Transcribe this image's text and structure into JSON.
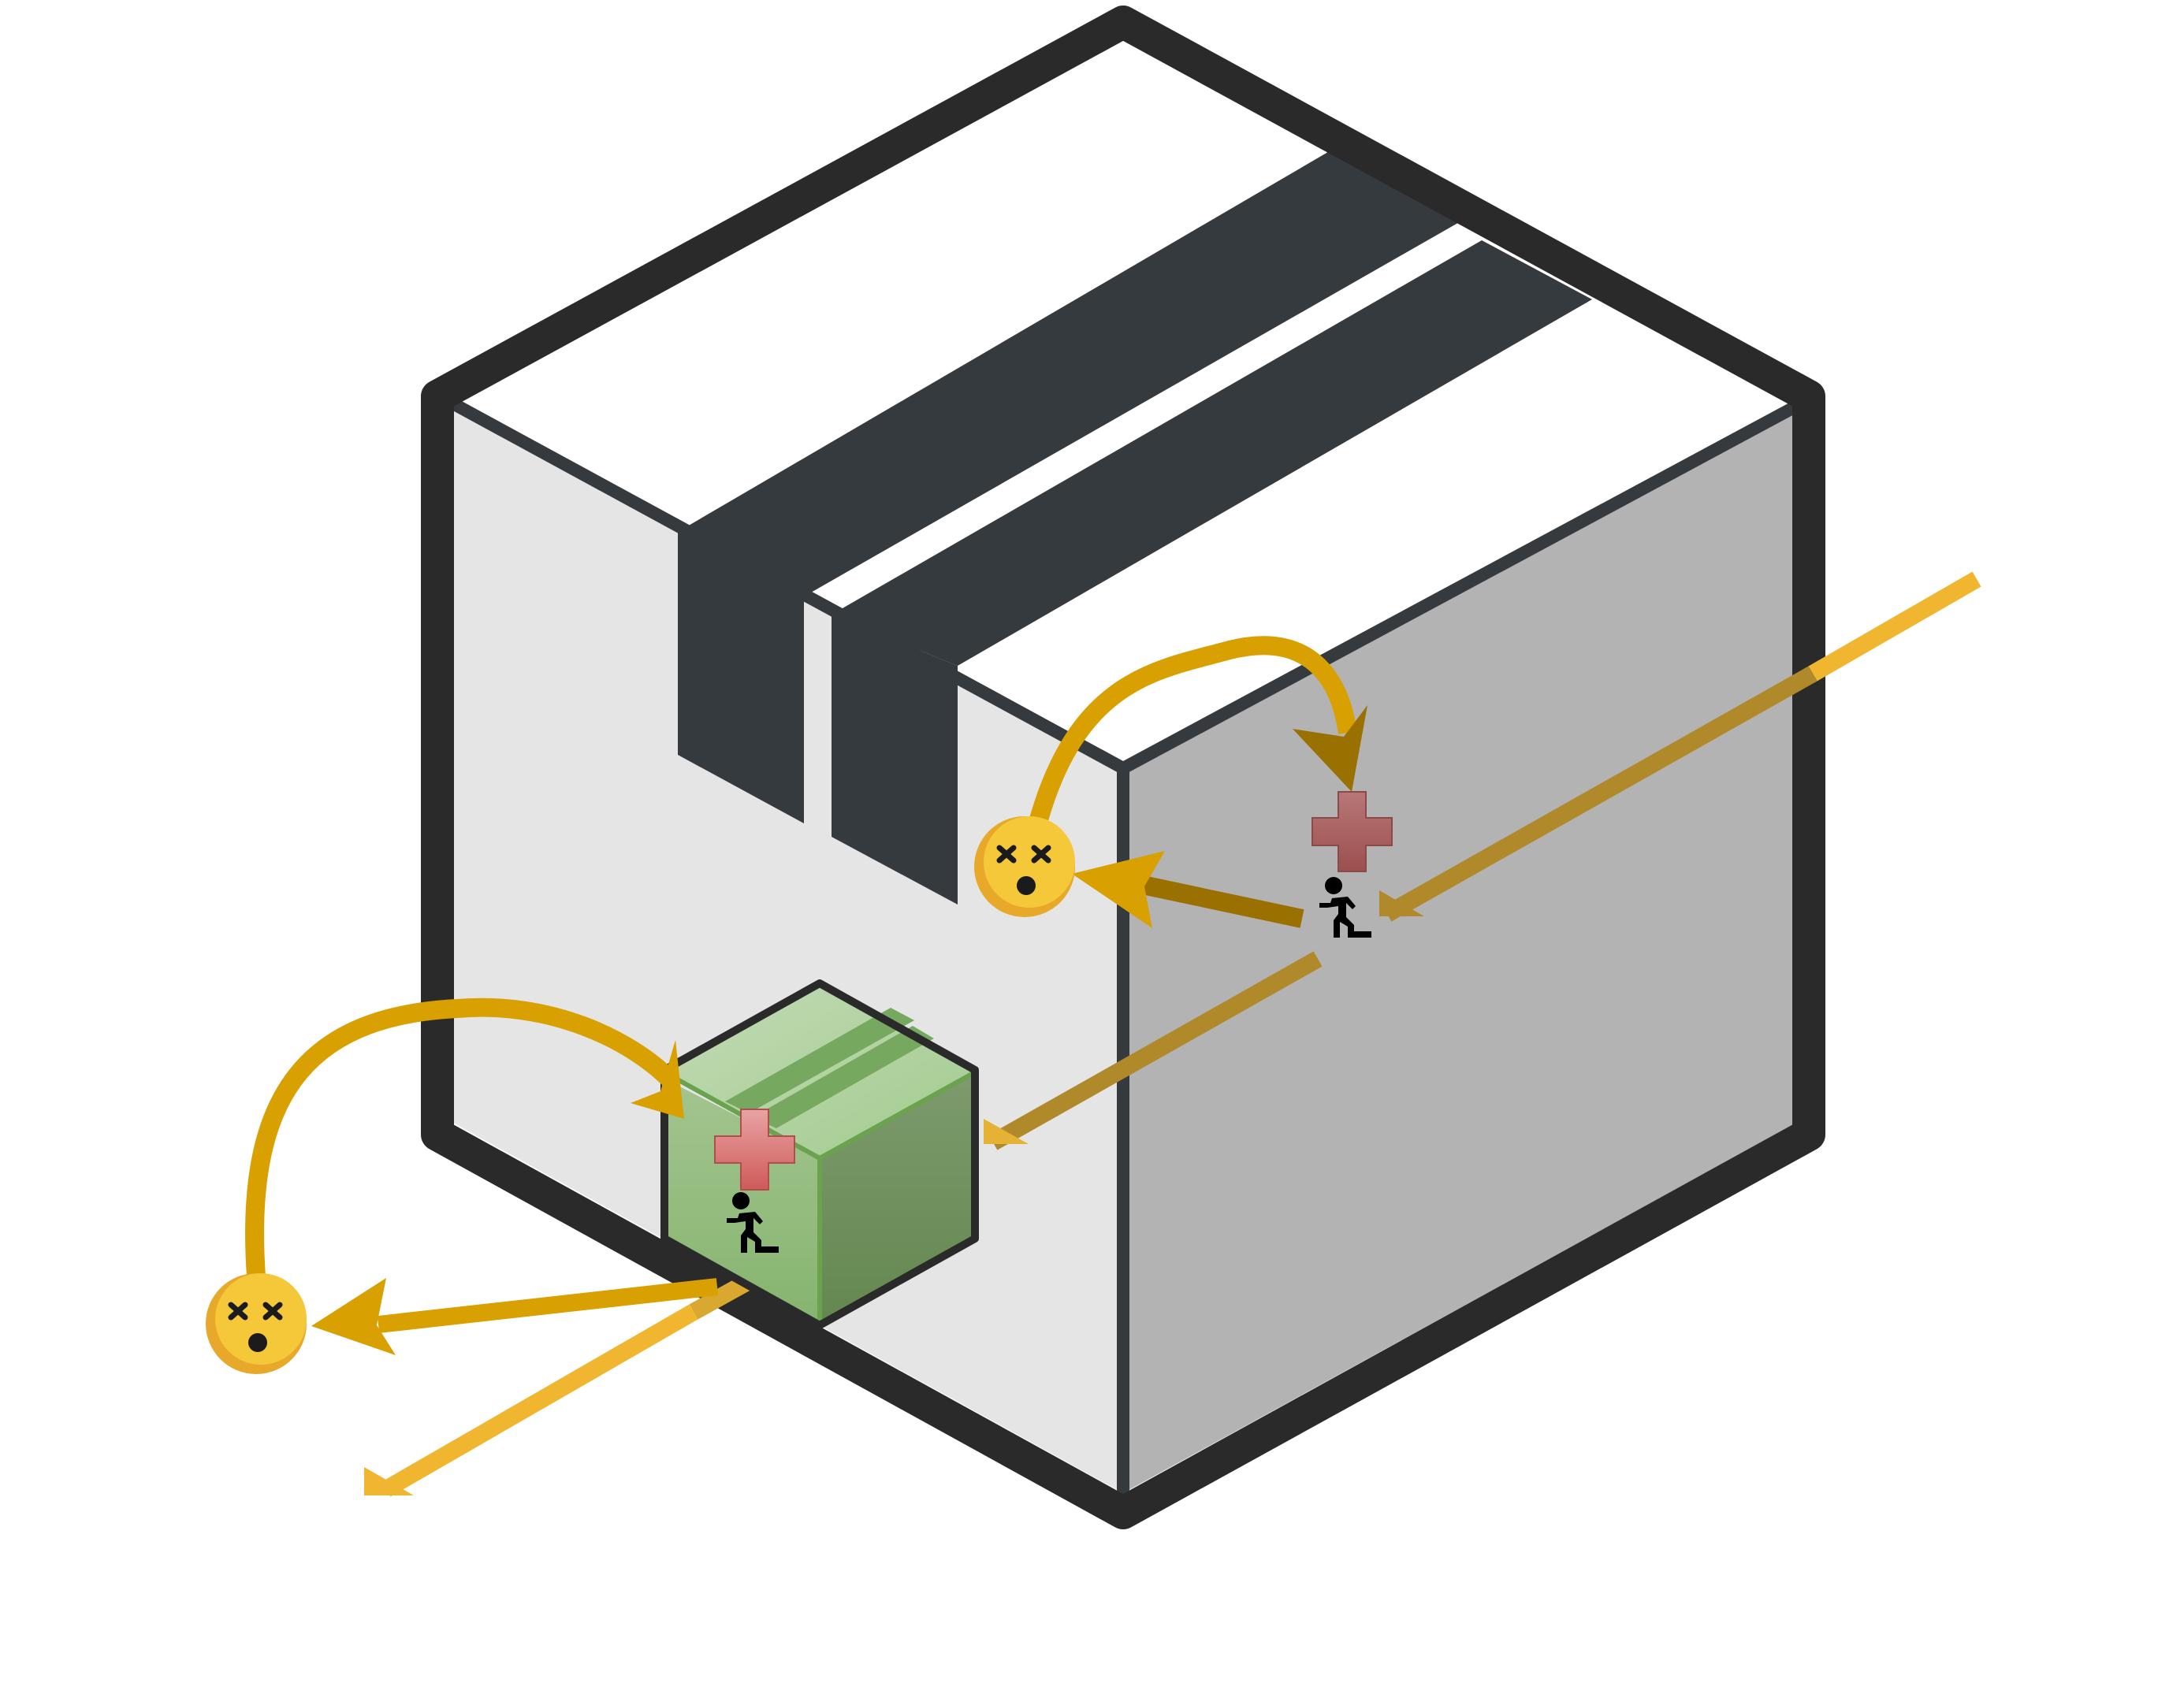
{
  "colors": {
    "outer_outline": "#2a2a2a",
    "big_top": "#ffffff",
    "big_left": "#e5e5e5",
    "big_right": "#b3b3b3",
    "edge": "#353a3f",
    "tape": "#353a3f",
    "small_top": "#a9cf98",
    "small_left": "#8fb97a",
    "small_right": "#6f9458",
    "small_stripe": "#76a85f",
    "beam": "#f0b630",
    "beam_inside": "#b08a2a",
    "arrow": "#d8a000",
    "arrow_dark": "#9a7000",
    "face": "#f5c83a",
    "face_shade": "#e8a82a",
    "cross_light": "#d97070",
    "cross_dark": "#a85c5c",
    "runner": "#000000"
  },
  "icons": {
    "face": "dizzy-face-icon",
    "cross": "medical-cross-icon",
    "runner": "running-person-icon"
  },
  "scene": {
    "big_box": "cardboard-box",
    "small_box": "shielding-box",
    "particle_paths": 2,
    "casualties": 2
  }
}
